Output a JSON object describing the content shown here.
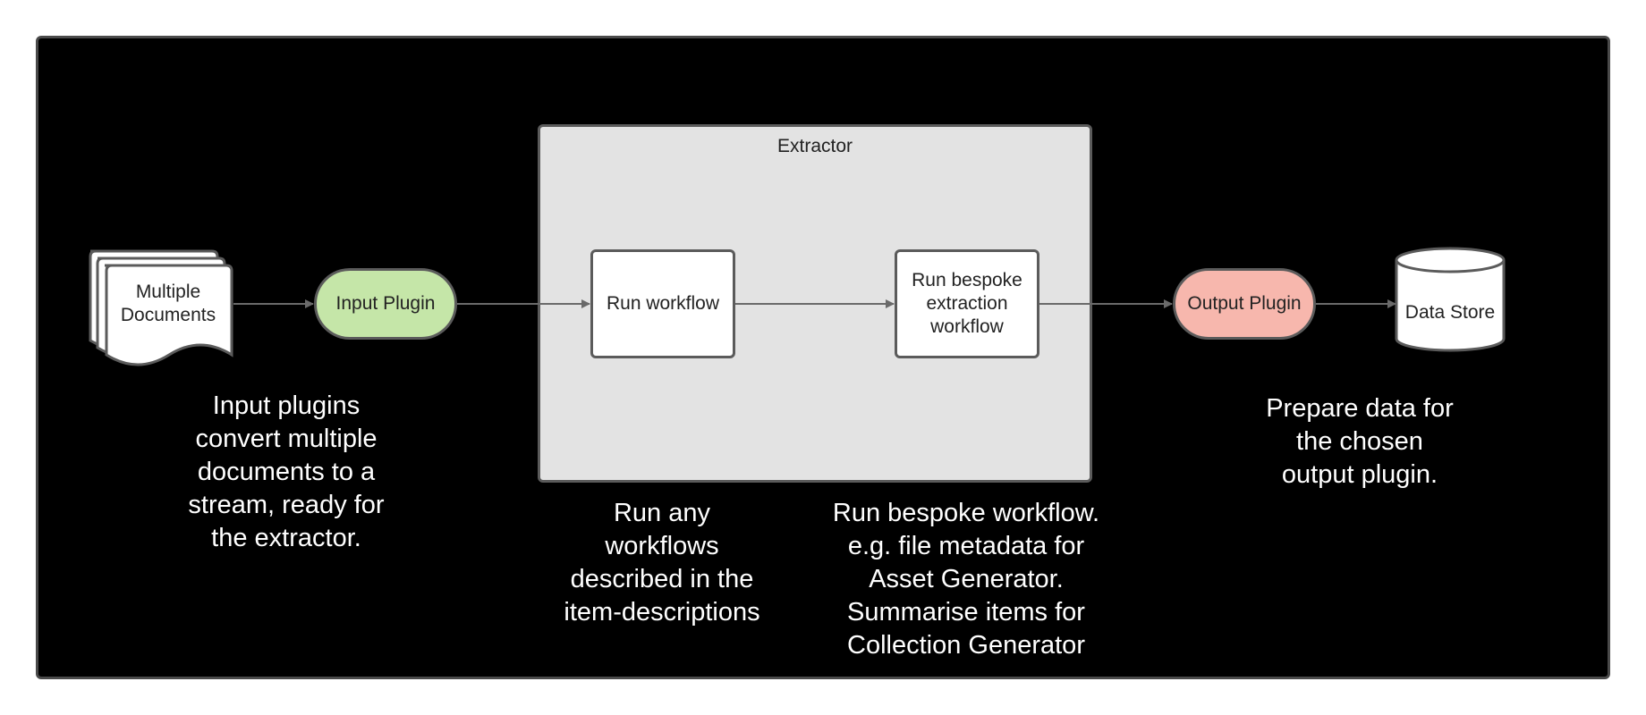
{
  "diagram": {
    "extractor": {
      "title": "Extractor"
    },
    "nodes": {
      "documents": {
        "label": "Multiple\nDocuments"
      },
      "input_plugin": {
        "label": "Input Plugin",
        "color": "#c5e6a8"
      },
      "run_workflow": {
        "label": "Run workflow"
      },
      "bespoke": {
        "label": "Run bespoke\nextraction\nworkflow"
      },
      "output_plugin": {
        "label": "Output Plugin",
        "color": "#f7b7ad"
      },
      "data_store": {
        "label": "Data Store"
      }
    },
    "captions": {
      "input": "Input plugins\nconvert multiple\ndocuments to a\nstream, ready for\nthe extractor.",
      "workflows": "Run any\nworkflows\ndescribed in the\nitem-descriptions",
      "bespoke": "Run bespoke workflow.\ne.g. file metadata for\nAsset Generator.\nSummarise items for\nCollection Generator",
      "output": "Prepare data for\nthe chosen\noutput plugin."
    },
    "edges": [
      {
        "from": "documents",
        "to": "input_plugin"
      },
      {
        "from": "input_plugin",
        "to": "run_workflow"
      },
      {
        "from": "run_workflow",
        "to": "bespoke"
      },
      {
        "from": "bespoke",
        "to": "output_plugin"
      },
      {
        "from": "output_plugin",
        "to": "data_store"
      }
    ]
  }
}
